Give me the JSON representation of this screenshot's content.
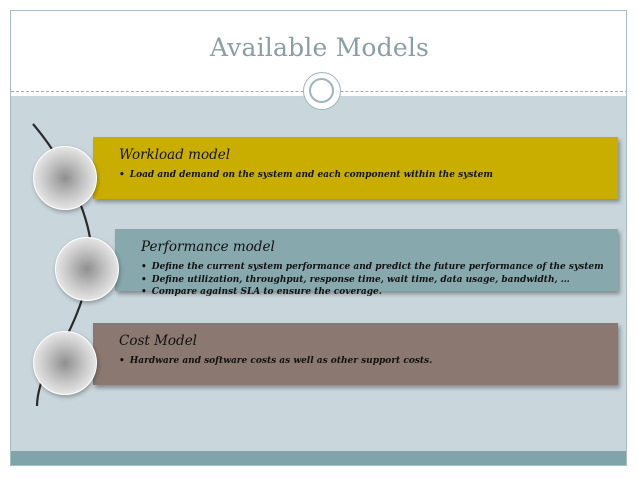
{
  "slide": {
    "title": "Available Models"
  },
  "items": [
    {
      "title": "Workload model",
      "bullets": [
        "Load and demand on the system and each component within the system"
      ],
      "color": "#c9ae00"
    },
    {
      "title": "Performance model",
      "bullets": [
        "Define the current system performance and predict the future performance of the system",
        "Define utilization, throughput, response time, wait time, data usage, bandwidth, …",
        "Compare against SLA to ensure the coverage."
      ],
      "color": "#87a8ad"
    },
    {
      "title": "Cost Model",
      "bullets": [
        "Hardware and software costs as well as other support costs."
      ],
      "color": "#8b7870"
    }
  ],
  "theme": {
    "title_color": "#8a9ea6",
    "content_background": "#c9d6dc",
    "footer_band": "#7fa4ab"
  }
}
